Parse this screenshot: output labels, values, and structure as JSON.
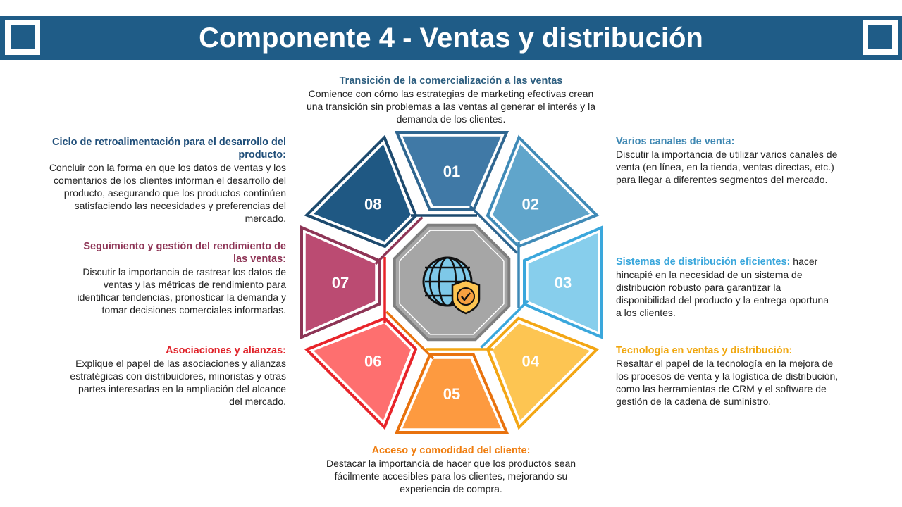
{
  "title": "Componente 4 - Ventas y distribución",
  "segments": [
    {
      "num": "01",
      "fill": "#4079a6",
      "stroke": "#2f6690",
      "text_color": "#2e5f80",
      "heading": "Transición de la comercialización a las ventas",
      "body": "Comience con cómo las estrategias de marketing efectivas crean una transición sin problemas a las ventas al generar el interés y la demanda de los clientes."
    },
    {
      "num": "02",
      "fill": "#60a5cb",
      "stroke": "#3f8ab7",
      "text_color": "#3f88b3",
      "heading": "Varios canales de venta:",
      "body": "Discutir la importancia de utilizar varios canales de venta (en línea, en la tienda, ventas directas, etc.) para llegar a diferentes segmentos del mercado."
    },
    {
      "num": "03",
      "fill": "#87ceec",
      "stroke": "#3aa7dc",
      "text_color": "#3aa7dc",
      "heading": "Sistemas de distribución eficientes:",
      "body": " hacer hincapié en la necesidad de un sistema de distribución robusto para garantizar la disponibilidad del producto y la entrega oportuna a los clientes."
    },
    {
      "num": "04",
      "fill": "#fdc552",
      "stroke": "#f3a614",
      "text_color": "#f0a70f",
      "heading": "Tecnología en ventas y distribución:",
      "body": "Resaltar el papel de la tecnología en la mejora de los procesos de venta y la logística de distribución, como las herramientas de CRM y el software de gestión de la cadena de suministro."
    },
    {
      "num": "05",
      "fill": "#fd9a40",
      "stroke": "#e8720e",
      "text_color": "#ef7d0f",
      "heading": "Acceso y comodidad del cliente:",
      "body": "Destacar la importancia de hacer que los productos sean fácilmente accesibles para los clientes, mejorando su experiencia de compra."
    },
    {
      "num": "06",
      "fill": "#fe6f6f",
      "stroke": "#e8242a",
      "text_color": "#e0232a",
      "heading": "Asociaciones y alianzas:",
      "body": "Explique el papel de las asociaciones y alianzas estratégicas con distribuidores, minoristas y otras partes interesadas en la ampliación del alcance del mercado."
    },
    {
      "num": "07",
      "fill": "#bb4b72",
      "stroke": "#8e3556",
      "text_color": "#8e3556",
      "heading": "Seguimiento y gestión del rendimiento de las ventas:",
      "body": "Discutir la importancia de rastrear los datos de ventas y las métricas de rendimiento para identificar tendencias, pronosticar la demanda y tomar decisiones comerciales informadas."
    },
    {
      "num": "08",
      "fill": "#1f5883",
      "stroke": "#1d4a6e",
      "text_color": "#1f4e79",
      "heading": "Ciclo de retroalimentación para el desarrollo del producto:",
      "body": "Concluir con la forma en que los datos de ventas y los comentarios de los clientes informan el desarrollo del producto, asegurando que los productos continúen satisfaciendo las necesidades y preferencias del mercado."
    }
  ],
  "center_icon": "globe-shield-check-icon"
}
